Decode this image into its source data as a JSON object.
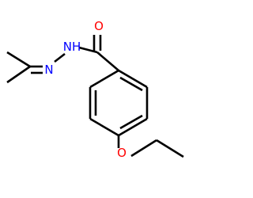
{
  "structure": {
    "atoms": {
      "O_carbonyl": "O",
      "N_amide": "NH",
      "N_imine": "N",
      "O_ether": "O"
    },
    "colors": {
      "bond": "#000000",
      "oxygen": "#ff0000",
      "nitrogen": "#0000ff",
      "background": "#ffffff"
    }
  }
}
